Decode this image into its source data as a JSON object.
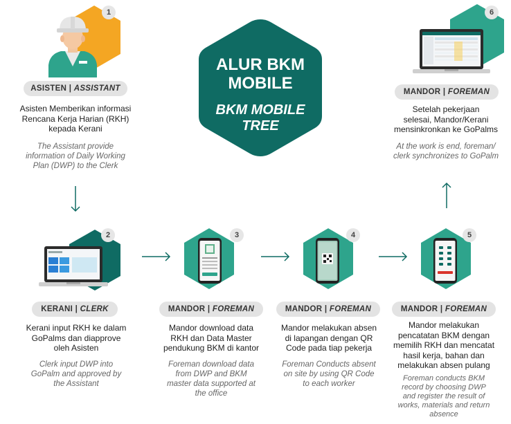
{
  "title": {
    "line1": "ALUR BKM",
    "line2": "MOBILE",
    "line3": "BKM MOBILE",
    "line4": "TREE"
  },
  "colors": {
    "teal_dark": "#0f6b63",
    "teal_mid": "#1f8a7a",
    "green": "#2ea48c",
    "orange": "#f4a623",
    "pill": "#e3e3e3"
  },
  "steps": [
    {
      "number": "1",
      "role_id": "ASISTEN",
      "role_en": "ASSISTANT",
      "desc": [
        "Asisten Memberikan informasi",
        "Rencana Kerja Harian (RKH)",
        "kepada Kerani"
      ],
      "en": [
        "The Assistant provide",
        "information of Daily Working",
        "Plan (DWP) to the Clerk"
      ],
      "icon": "worker-icon"
    },
    {
      "number": "2",
      "role_id": "KERANI",
      "role_en": "CLERK",
      "desc": [
        "Kerani input RKH ke dalam",
        "GoPalms dan diapprove",
        "oleh Asisten"
      ],
      "en": [
        "Clerk input DWP into",
        "GoPalm and approved by",
        "the Assistant"
      ],
      "icon": "laptop-icon"
    },
    {
      "number": "3",
      "role_id": "MANDOR",
      "role_en": "FOREMAN",
      "desc": [
        "Mandor download data",
        "RKH dan Data Master",
        "pendukung BKM di kantor"
      ],
      "en": [
        "Foreman download data",
        "from DWP and BKM",
        "master data supported at",
        "the office"
      ],
      "icon": "phone-download-icon"
    },
    {
      "number": "4",
      "role_id": "MANDOR",
      "role_en": "FOREMAN",
      "desc": [
        "Mandor melakukan absen",
        "di lapangan dengan QR",
        "Code pada tiap pekerja"
      ],
      "en": [
        "Foreman Conducts absent",
        "on site by using QR Code",
        "to each worker"
      ],
      "icon": "phone-qr-icon"
    },
    {
      "number": "5",
      "role_id": "MANDOR",
      "role_en": "FOREMAN",
      "desc": [
        "Mandor melakukan",
        "pencatatan BKM dengan",
        "memilih RKH dan mencatat",
        "hasil kerja, bahan dan",
        "melakukan absen pulang"
      ],
      "en": [
        "Foreman conducts BKM",
        "record by choosing DWP",
        "and register the result of",
        "works, materials and return",
        "absence"
      ],
      "icon": "phone-record-icon"
    },
    {
      "number": "6",
      "role_id": "MANDOR",
      "role_en": "FOREMAN",
      "desc": [
        "Setelah pekerjaan",
        "selesai, Mandor/Kerani",
        "mensinkronkan ke GoPalms"
      ],
      "en": [
        "At the work is end, foreman/",
        "clerk synchronizes to GoPalm"
      ],
      "icon": "laptop-sync-icon"
    }
  ]
}
